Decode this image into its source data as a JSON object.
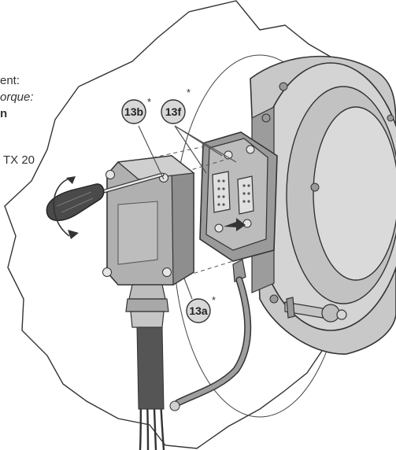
{
  "instructions": {
    "line1": "ent:",
    "line2": "orque:",
    "line3": "n",
    "line4": "TX 20"
  },
  "callouts": {
    "c13b": "13b",
    "c13f": "13f",
    "c13a": "13a",
    "asterisk": "*"
  },
  "colors": {
    "outline": "#333333",
    "metal_light": "#d6d6d6",
    "metal_mid": "#b4b4b4",
    "metal_dark": "#8a8a8a",
    "handle": "#4a4a4a",
    "callout_fill": "#d8d8d8"
  }
}
